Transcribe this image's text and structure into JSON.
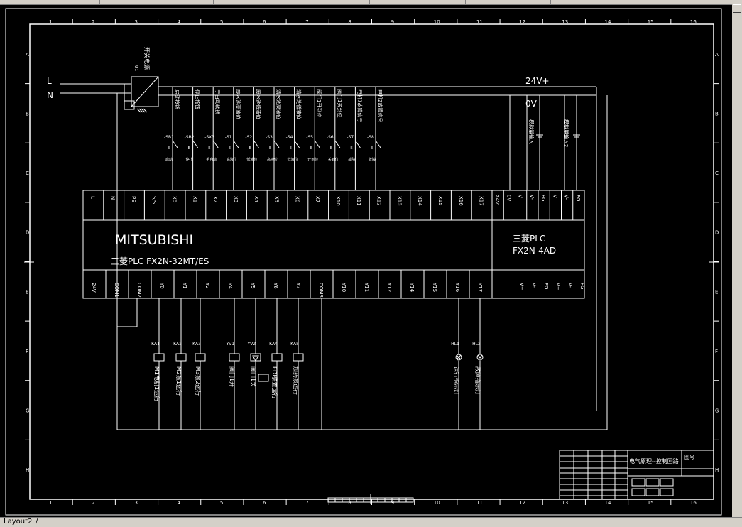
{
  "window": {
    "layout_tab": "Layout2",
    "tab_separator": "/"
  },
  "border": {
    "columns": [
      "1",
      "2",
      "3",
      "4",
      "5",
      "6",
      "7",
      "8",
      "9",
      "10",
      "11",
      "12",
      "13",
      "14",
      "15",
      "16"
    ],
    "rows": [
      "A",
      "B",
      "C",
      "D",
      "E",
      "F",
      "G",
      "H"
    ]
  },
  "power": {
    "line_label": "L",
    "neutral_label": "N",
    "supply_name": "开关电源",
    "supply_tag": "U1",
    "v24_label": "24V+",
    "v0_label": "0V"
  },
  "inputs": [
    {
      "desc": "启动按钮",
      "tag": "-SB1",
      "sub": "启动"
    },
    {
      "desc": "停止按钮",
      "tag": "-SB2",
      "sub": "停止"
    },
    {
      "desc": "手自动转换",
      "tag": "-SX3",
      "sub": "手自动"
    },
    {
      "desc": "废水池高液位",
      "tag": "-S1",
      "sub": "高液位"
    },
    {
      "desc": "废水池低液位",
      "tag": "-S2",
      "sub": "低液位"
    },
    {
      "desc": "清水池高液位",
      "tag": "-S3",
      "sub": "高液位"
    },
    {
      "desc": "清水池低液位",
      "tag": "-S4",
      "sub": "低液位"
    },
    {
      "desc": "阀门1开到位",
      "tag": "-S5",
      "sub": "开到位"
    },
    {
      "desc": "阀门1关到位",
      "tag": "-S6",
      "sub": "关到位"
    },
    {
      "desc": "电机1故障信号",
      "tag": "-S7",
      "sub": "故障"
    },
    {
      "desc": "电机2故障信号",
      "tag": "-S8",
      "sub": "故障"
    }
  ],
  "analog": {
    "ch1": "模拟量输入1",
    "ch2": "模拟量输入2"
  },
  "plc_main": {
    "brand": "MITSUBISHI",
    "model": "三菱PLC FX2N-32MT/ES",
    "top_terminals": [
      "L",
      "N",
      "PE",
      "S/S",
      "X0",
      "X1",
      "X2",
      "X3",
      "X4",
      "X5",
      "X6",
      "X7",
      "X10",
      "X11",
      "X12",
      "X13",
      "X14",
      "X15",
      "X16",
      "X17"
    ],
    "bottom_terminals": [
      "24V",
      "COM1",
      "COM2",
      "Y0",
      "Y1",
      "Y2",
      "Y4",
      "Y5",
      "Y6",
      "Y7",
      "COM3",
      "Y10",
      "Y11",
      "Y12",
      "Y14",
      "Y15",
      "Y16",
      "Y17"
    ]
  },
  "plc_ad": {
    "brand": "三菱PLC",
    "model": "FX2N-4AD",
    "top_terminals": [
      "24V",
      "0V",
      "V+",
      "V-",
      "FG",
      "V+",
      "V-",
      "FG"
    ],
    "bottom_terminals": [
      "V+",
      "V-",
      "FG",
      "V+",
      "V-",
      "FG"
    ]
  },
  "outputs": [
    {
      "tag": "-KA1",
      "desc": "M1电机1运行"
    },
    {
      "tag": "-KA2",
      "desc": "M2泵1运行"
    },
    {
      "tag": "-KA3",
      "desc": "M3泵2运行"
    },
    {
      "tag": "-YV1",
      "desc": "阀门1开"
    },
    {
      "tag": "-YV2",
      "desc": "阀门1关"
    },
    {
      "tag": "-KA4",
      "desc": "EDI装置运行"
    },
    {
      "tag": "-KA5",
      "desc": "加药泵运行"
    },
    {
      "tag": "-HL1",
      "desc": "运行指示灯"
    },
    {
      "tag": "-HL2",
      "desc": "故障指示灯"
    }
  ],
  "title_block": {
    "title": "电气原理--控制回路",
    "sheet_label": "图号"
  },
  "colors": {
    "background": "#000000",
    "lines": "#ffffff",
    "chrome": "#d4d0c8"
  }
}
